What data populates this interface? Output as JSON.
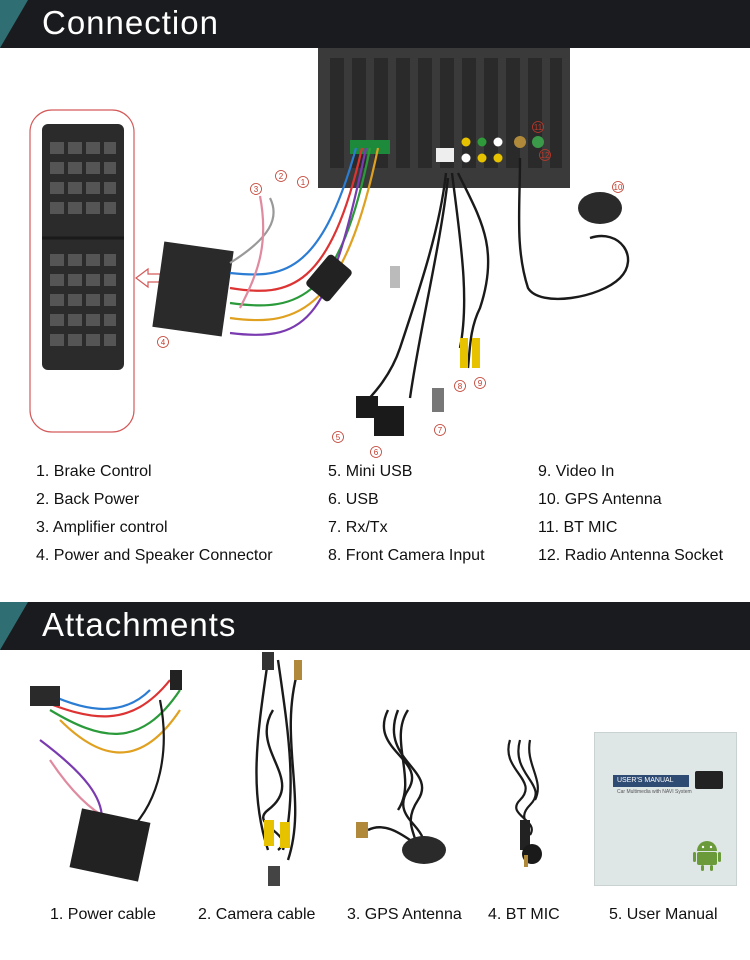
{
  "sections": {
    "connection_title": "Connection",
    "attachments_title": "Attachments"
  },
  "callouts": [
    "1",
    "2",
    "3",
    "4",
    "5",
    "6",
    "7",
    "8",
    "9",
    "10",
    "11",
    "12"
  ],
  "connections": {
    "col1": [
      "1. Brake Control",
      "2. Back Power",
      "3. Amplifier control",
      "4. Power and Speaker Connector"
    ],
    "col2": [
      "5. Mini USB",
      "6. USB",
      "7. Rx/Tx",
      "8. Front Camera Input"
    ],
    "col3": [
      "9. Video In",
      "10. GPS Antenna",
      "11. BT MIC",
      "12. Radio Antenna Socket"
    ]
  },
  "attachments": [
    "1. Power cable",
    "2. Camera cable",
    "3. GPS Antenna",
    "4. BT MIC",
    "5. User Manual"
  ],
  "manual": {
    "title": "USER'S MANUAL",
    "subtitle": "Car Multimedia with NAVI System"
  },
  "colors": {
    "banner": "#1a1b1e",
    "banner_accent": "#2f6f73",
    "callout_red": "#c0392b",
    "highlight_border": "#d45a5a"
  }
}
